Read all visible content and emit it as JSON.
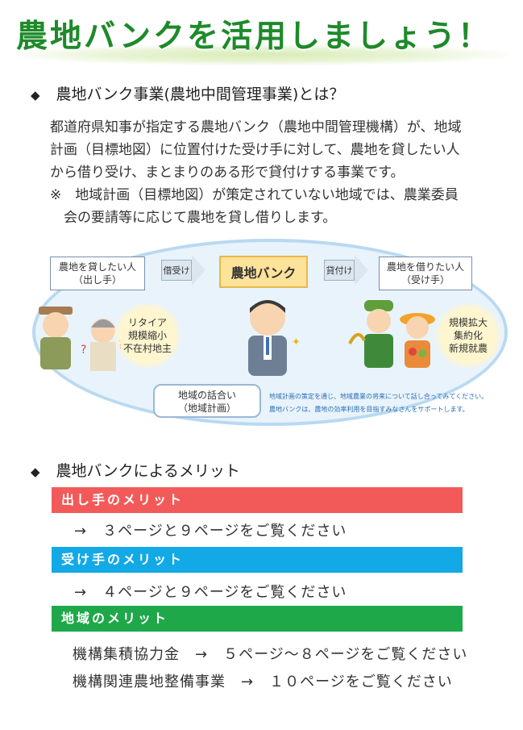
{
  "title": "農地バンクを活用しましょう！",
  "section1": {
    "bullet": "◆",
    "heading": "農地バンク事業(農地中間管理事業)とは？",
    "lines": [
      "都道府県知事が指定する農地バンク（農地中間管理機構）が、地域",
      "計画（目標地図）に位置付けた受け手に対して、農地を貸したい人",
      "から借り受け、まとまりのある形で貸付けする事業です。"
    ],
    "note_lines": [
      "※　地域計画（目標地図）が策定されていない地域では、農業委員",
      "　会の要請等に応じて農地を貸し借りします。"
    ]
  },
  "diagram": {
    "lender_box": [
      "農地を貸したい人",
      "（出し手）"
    ],
    "arrow_borrow": "借受け",
    "bank": "農地バンク",
    "arrow_lend": "貸付け",
    "borrower_box": [
      "農地を借りたい人",
      "（受け手）"
    ],
    "lender_reasons": [
      "リタイア",
      "規模縮小",
      "不在村地主"
    ],
    "borrower_reasons": [
      "規模拡大",
      "集約化",
      "新規就農"
    ],
    "talk_box": [
      "地域の話合い",
      "（地域計画）"
    ],
    "notes": [
      "地域計画の策定を通じ、地域農業の将来について話し合ってみてください。",
      "農地バンクは、農地の効率利用を目指すみなさんをサポートします。"
    ]
  },
  "section2": {
    "bullet": "◆",
    "heading": "農地バンクによるメリット",
    "bars": [
      {
        "label": "出し手のメリット",
        "color": "#f25a5a",
        "ref": "→　３ページと９ページをご覧ください"
      },
      {
        "label": "受け手のメリット",
        "color": "#12a9e6",
        "ref": "→　４ページと９ページをご覧ください"
      },
      {
        "label": "地域のメリット",
        "color": "#1fa84a"
      }
    ],
    "regional_refs": [
      "機構集積協力金　→　５ページ～８ページをご覧ください",
      "機構関連農地整備事業　→　１０ページをご覧ください"
    ]
  }
}
